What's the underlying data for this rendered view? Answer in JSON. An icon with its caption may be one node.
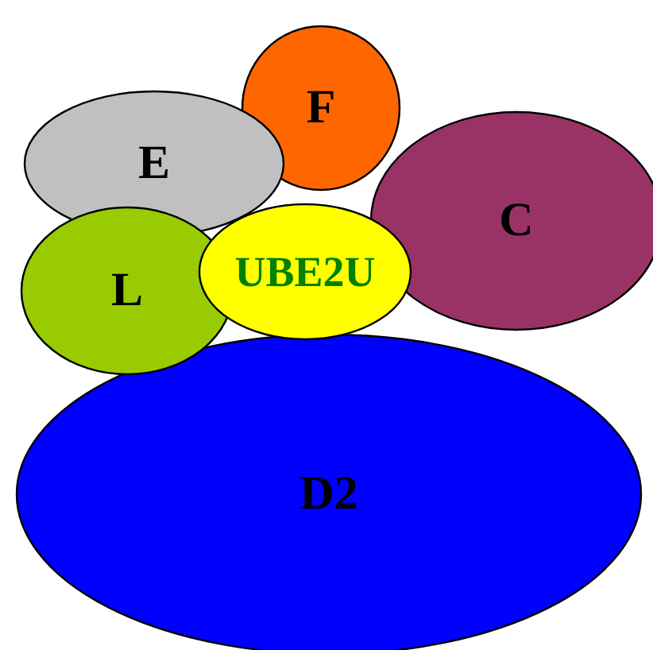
{
  "diagram": {
    "nodes": [
      {
        "text": [
          "F"
        ]
      },
      {
        "text": [
          "E"
        ]
      },
      {
        "text": [
          "C"
        ]
      },
      {
        "text": [
          "L"
        ]
      },
      {
        "text": [
          "UBE2U"
        ]
      },
      {
        "text": [
          "D2"
        ]
      }
    ]
  }
}
